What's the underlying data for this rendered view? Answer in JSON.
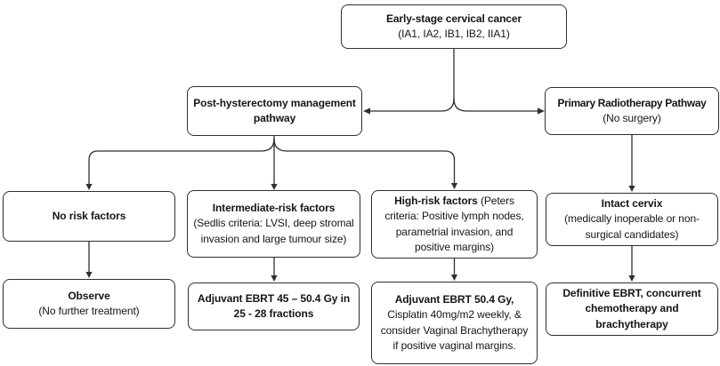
{
  "diagram": {
    "type": "flowchart",
    "topic": "Early-stage cervical cancer management pathway"
  },
  "colors": {
    "background": "#ffffff",
    "box_border": "#2f2f2f",
    "connector": "#2f2f2f",
    "text": "#151515"
  },
  "nodes": {
    "early_stage": {
      "title": "Early-stage cervical cancer",
      "subtitle": "(IA1, IA2, IB1, IB2, IIA1)"
    },
    "post_hysterectomy": {
      "title": "Post-hysterectomy management pathway"
    },
    "primary_radiotherapy": {
      "title": "Primary Radiotherapy Pathway",
      "subtitle": "(No surgery)"
    },
    "no_risk": {
      "title": "No risk factors"
    },
    "intermediate_risk": {
      "title": "Intermediate-risk factors",
      "subtitle": "(Sedlis criteria: LVSI, deep stromal invasion and large tumour size)"
    },
    "high_risk": {
      "bold": "High-risk factors",
      "rest": " (Peters criteria: Positive lymph nodes, parametrial invasion, and positive margins)"
    },
    "intact_cervix": {
      "title": "Intact cervix",
      "subtitle": "(medically inoperable or non-surgical candidates)"
    },
    "observe": {
      "title": "Observe",
      "subtitle": "(No further treatment)"
    },
    "adjuvant_ebrt_intermediate": {
      "title": "Adjuvant EBRT 45 – 50.4 Gy in 25 - 28 fractions"
    },
    "adjuvant_ebrt_high": {
      "bold": "Adjuvant EBRT 50.4 Gy,",
      "rest": " Cisplatin 40mg/m2 weekly, & consider Vaginal Brachytherapy if positive vaginal margins."
    },
    "definitive_ebrt": {
      "title": "Definitive EBRT, concurrent chemotherapy and brachytherapy"
    }
  },
  "edges": [
    {
      "from": "early_stage",
      "to": "post_hysterectomy"
    },
    {
      "from": "early_stage",
      "to": "primary_radiotherapy"
    },
    {
      "from": "post_hysterectomy",
      "to": "no_risk"
    },
    {
      "from": "post_hysterectomy",
      "to": "intermediate_risk"
    },
    {
      "from": "post_hysterectomy",
      "to": "high_risk"
    },
    {
      "from": "primary_radiotherapy",
      "to": "intact_cervix"
    },
    {
      "from": "no_risk",
      "to": "observe"
    },
    {
      "from": "intermediate_risk",
      "to": "adjuvant_ebrt_intermediate"
    },
    {
      "from": "high_risk",
      "to": "adjuvant_ebrt_high"
    },
    {
      "from": "intact_cervix",
      "to": "definitive_ebrt"
    }
  ]
}
